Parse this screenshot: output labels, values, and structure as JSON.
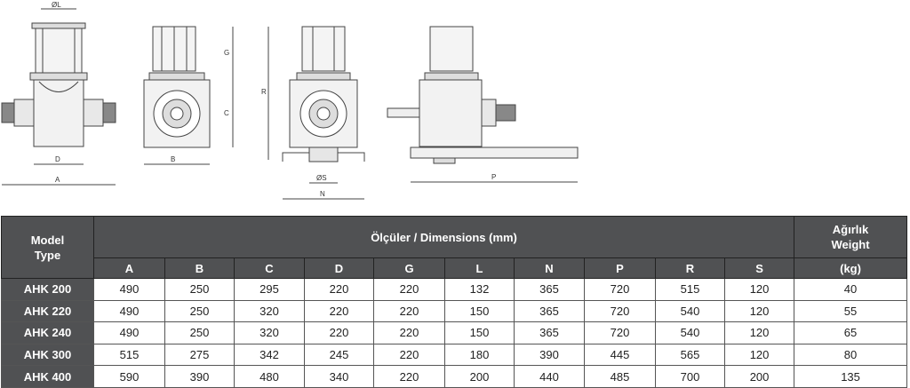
{
  "drawing_labels": {
    "L": "ØL",
    "G": "G",
    "C": "C",
    "D": "D",
    "A": "A",
    "B": "B",
    "R": "R",
    "S": "ØS",
    "N": "N",
    "P": "P"
  },
  "table": {
    "model_header": [
      "Model",
      "Type"
    ],
    "dimensions_header": "Ölçüler / Dimensions (mm)",
    "weight_header": [
      "Ağırlık",
      "Weight"
    ],
    "weight_unit": "(kg)",
    "columns": [
      "A",
      "B",
      "C",
      "D",
      "G",
      "L",
      "N",
      "P",
      "R",
      "S"
    ],
    "rows": [
      {
        "model": "AHK 200",
        "values": [
          "490",
          "250",
          "295",
          "220",
          "220",
          "132",
          "365",
          "720",
          "515",
          "120"
        ],
        "weight": "40"
      },
      {
        "model": "AHK 220",
        "values": [
          "490",
          "250",
          "320",
          "220",
          "220",
          "150",
          "365",
          "720",
          "540",
          "120"
        ],
        "weight": "55"
      },
      {
        "model": "AHK 240",
        "values": [
          "490",
          "250",
          "320",
          "220",
          "220",
          "150",
          "365",
          "720",
          "540",
          "120"
        ],
        "weight": "65"
      },
      {
        "model": "AHK 300",
        "values": [
          "515",
          "275",
          "342",
          "245",
          "220",
          "180",
          "390",
          "445",
          "565",
          "120"
        ],
        "weight": "80"
      },
      {
        "model": "AHK 400",
        "values": [
          "590",
          "390",
          "480",
          "340",
          "220",
          "200",
          "440",
          "485",
          "700",
          "200"
        ],
        "weight": "135"
      }
    ]
  }
}
